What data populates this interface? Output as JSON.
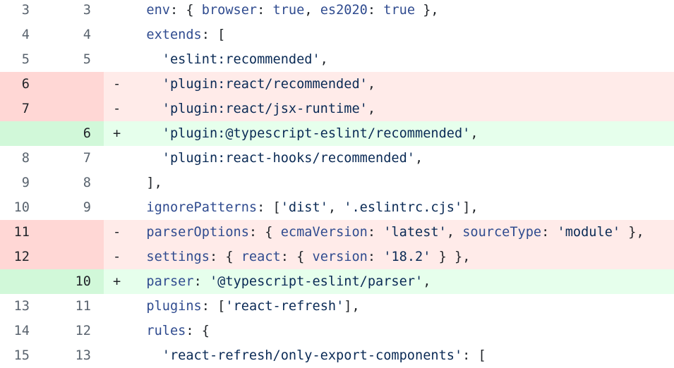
{
  "colors": {
    "deleted_bg": "#ffebe9",
    "deleted_gutter": "#ffd7d5",
    "added_bg": "#e6ffec",
    "added_gutter": "#d1f8d9"
  },
  "lines": [
    {
      "type": "ctx",
      "old": "3",
      "new": "3",
      "sign": "",
      "tokens": [
        [
          "p",
          "  "
        ],
        [
          "k",
          "env"
        ],
        [
          "p",
          ": { "
        ],
        [
          "k",
          "browser"
        ],
        [
          "p",
          ": "
        ],
        [
          "k",
          "true"
        ],
        [
          "p",
          ", "
        ],
        [
          "k",
          "es2020"
        ],
        [
          "p",
          ": "
        ],
        [
          "k",
          "true"
        ],
        [
          "p",
          " },"
        ]
      ]
    },
    {
      "type": "ctx",
      "old": "4",
      "new": "4",
      "sign": "",
      "tokens": [
        [
          "p",
          "  "
        ],
        [
          "k",
          "extends"
        ],
        [
          "p",
          ": ["
        ]
      ]
    },
    {
      "type": "ctx",
      "old": "5",
      "new": "5",
      "sign": "",
      "tokens": [
        [
          "p",
          "    "
        ],
        [
          "s",
          "'eslint:recommended'"
        ],
        [
          "p",
          ","
        ]
      ]
    },
    {
      "type": "del",
      "old": "6",
      "new": "",
      "sign": "-",
      "tokens": [
        [
          "p",
          "    "
        ],
        [
          "s",
          "'plugin:react/recommended'"
        ],
        [
          "p",
          ","
        ]
      ]
    },
    {
      "type": "del",
      "old": "7",
      "new": "",
      "sign": "-",
      "tokens": [
        [
          "p",
          "    "
        ],
        [
          "s",
          "'plugin:react/jsx-runtime'"
        ],
        [
          "p",
          ","
        ]
      ]
    },
    {
      "type": "add",
      "old": "",
      "new": "6",
      "sign": "+",
      "tokens": [
        [
          "p",
          "    "
        ],
        [
          "s",
          "'plugin:@typescript-eslint/recommended'"
        ],
        [
          "p",
          ","
        ]
      ]
    },
    {
      "type": "ctx",
      "old": "8",
      "new": "7",
      "sign": "",
      "tokens": [
        [
          "p",
          "    "
        ],
        [
          "s",
          "'plugin:react-hooks/recommended'"
        ],
        [
          "p",
          ","
        ]
      ]
    },
    {
      "type": "ctx",
      "old": "9",
      "new": "8",
      "sign": "",
      "tokens": [
        [
          "p",
          "  ],"
        ]
      ]
    },
    {
      "type": "ctx",
      "old": "10",
      "new": "9",
      "sign": "",
      "tokens": [
        [
          "p",
          "  "
        ],
        [
          "k",
          "ignorePatterns"
        ],
        [
          "p",
          ": ["
        ],
        [
          "s",
          "'dist'"
        ],
        [
          "p",
          ", "
        ],
        [
          "s",
          "'.eslintrc.cjs'"
        ],
        [
          "p",
          "],"
        ]
      ]
    },
    {
      "type": "del",
      "old": "11",
      "new": "",
      "sign": "-",
      "tokens": [
        [
          "p",
          "  "
        ],
        [
          "k",
          "parserOptions"
        ],
        [
          "p",
          ": { "
        ],
        [
          "k",
          "ecmaVersion"
        ],
        [
          "p",
          ": "
        ],
        [
          "s",
          "'latest'"
        ],
        [
          "p",
          ", "
        ],
        [
          "k",
          "sourceType"
        ],
        [
          "p",
          ": "
        ],
        [
          "s",
          "'module'"
        ],
        [
          "p",
          " },"
        ]
      ]
    },
    {
      "type": "del",
      "old": "12",
      "new": "",
      "sign": "-",
      "tokens": [
        [
          "p",
          "  "
        ],
        [
          "k",
          "settings"
        ],
        [
          "p",
          ": { "
        ],
        [
          "k",
          "react"
        ],
        [
          "p",
          ": { "
        ],
        [
          "k",
          "version"
        ],
        [
          "p",
          ": "
        ],
        [
          "s",
          "'18.2'"
        ],
        [
          "p",
          " } },"
        ]
      ]
    },
    {
      "type": "add",
      "old": "",
      "new": "10",
      "sign": "+",
      "tokens": [
        [
          "p",
          "  "
        ],
        [
          "k",
          "parser"
        ],
        [
          "p",
          ": "
        ],
        [
          "s",
          "'@typescript-eslint/parser'"
        ],
        [
          "p",
          ","
        ]
      ]
    },
    {
      "type": "ctx",
      "old": "13",
      "new": "11",
      "sign": "",
      "tokens": [
        [
          "p",
          "  "
        ],
        [
          "k",
          "plugins"
        ],
        [
          "p",
          ": ["
        ],
        [
          "s",
          "'react-refresh'"
        ],
        [
          "p",
          "],"
        ]
      ]
    },
    {
      "type": "ctx",
      "old": "14",
      "new": "12",
      "sign": "",
      "tokens": [
        [
          "p",
          "  "
        ],
        [
          "k",
          "rules"
        ],
        [
          "p",
          ": {"
        ]
      ]
    },
    {
      "type": "ctx",
      "old": "15",
      "new": "13",
      "sign": "",
      "tokens": [
        [
          "p",
          "    "
        ],
        [
          "s",
          "'react-refresh/only-export-components'"
        ],
        [
          "p",
          ": ["
        ]
      ]
    }
  ]
}
